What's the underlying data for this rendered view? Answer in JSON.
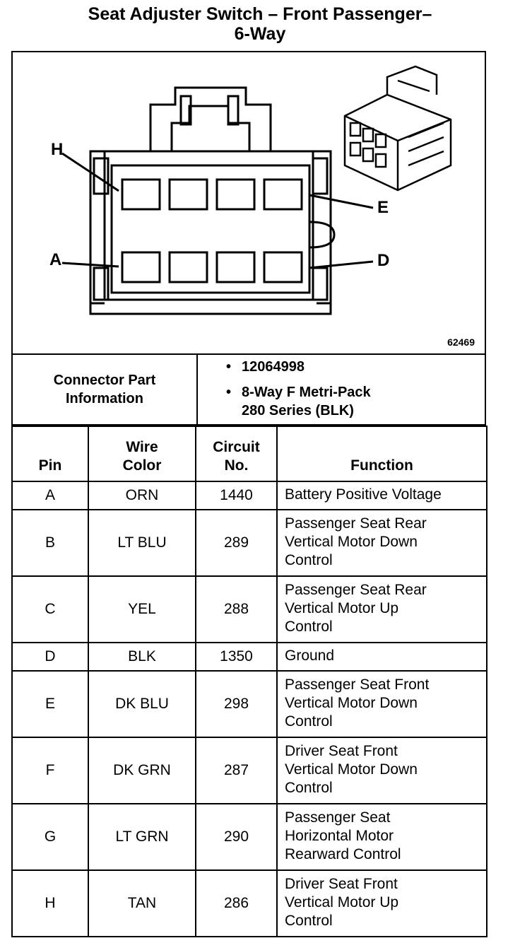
{
  "title": {
    "line1": "Seat Adjuster Switch – Front Passenger–",
    "line2": "6-Way"
  },
  "figure": {
    "id": "62469",
    "pin_labels": {
      "H": "H",
      "E": "E",
      "A": "A",
      "D": "D"
    }
  },
  "connector_info": {
    "label_line1": "Connector Part",
    "label_line2": "Information",
    "part_number": "12064998",
    "desc_line1": "8-Way F Metri-Pack",
    "desc_line2": "280 Series (BLK)"
  },
  "table": {
    "headers": {
      "pin": "Pin",
      "wire_color_1": "Wire",
      "wire_color_2": "Color",
      "circuit_1": "Circuit",
      "circuit_2": "No.",
      "function": "Function"
    },
    "rows": [
      {
        "pin": "A",
        "color": "ORN",
        "circuit": "1440",
        "function": [
          "Battery Positive Voltage"
        ]
      },
      {
        "pin": "B",
        "color": "LT BLU",
        "circuit": "289",
        "function": [
          "Passenger Seat Rear",
          "Vertical Motor Down",
          "Control"
        ]
      },
      {
        "pin": "C",
        "color": "YEL",
        "circuit": "288",
        "function": [
          "Passenger Seat Rear",
          "Vertical Motor Up",
          "Control"
        ]
      },
      {
        "pin": "D",
        "color": "BLK",
        "circuit": "1350",
        "function": [
          "Ground"
        ]
      },
      {
        "pin": "E",
        "color": "DK BLU",
        "circuit": "298",
        "function": [
          "Passenger Seat Front",
          "Vertical Motor Down",
          "Control"
        ]
      },
      {
        "pin": "F",
        "color": "DK GRN",
        "circuit": "287",
        "function": [
          "Driver Seat Front",
          "Vertical Motor Down",
          "Control"
        ]
      },
      {
        "pin": "G",
        "color": "LT GRN",
        "circuit": "290",
        "function": [
          "Passenger Seat",
          "Horizontal Motor",
          "Rearward Control"
        ]
      },
      {
        "pin": "H",
        "color": "TAN",
        "circuit": "286",
        "function": [
          "Driver Seat Front",
          "Vertical Motor Up",
          "Control"
        ]
      }
    ]
  }
}
